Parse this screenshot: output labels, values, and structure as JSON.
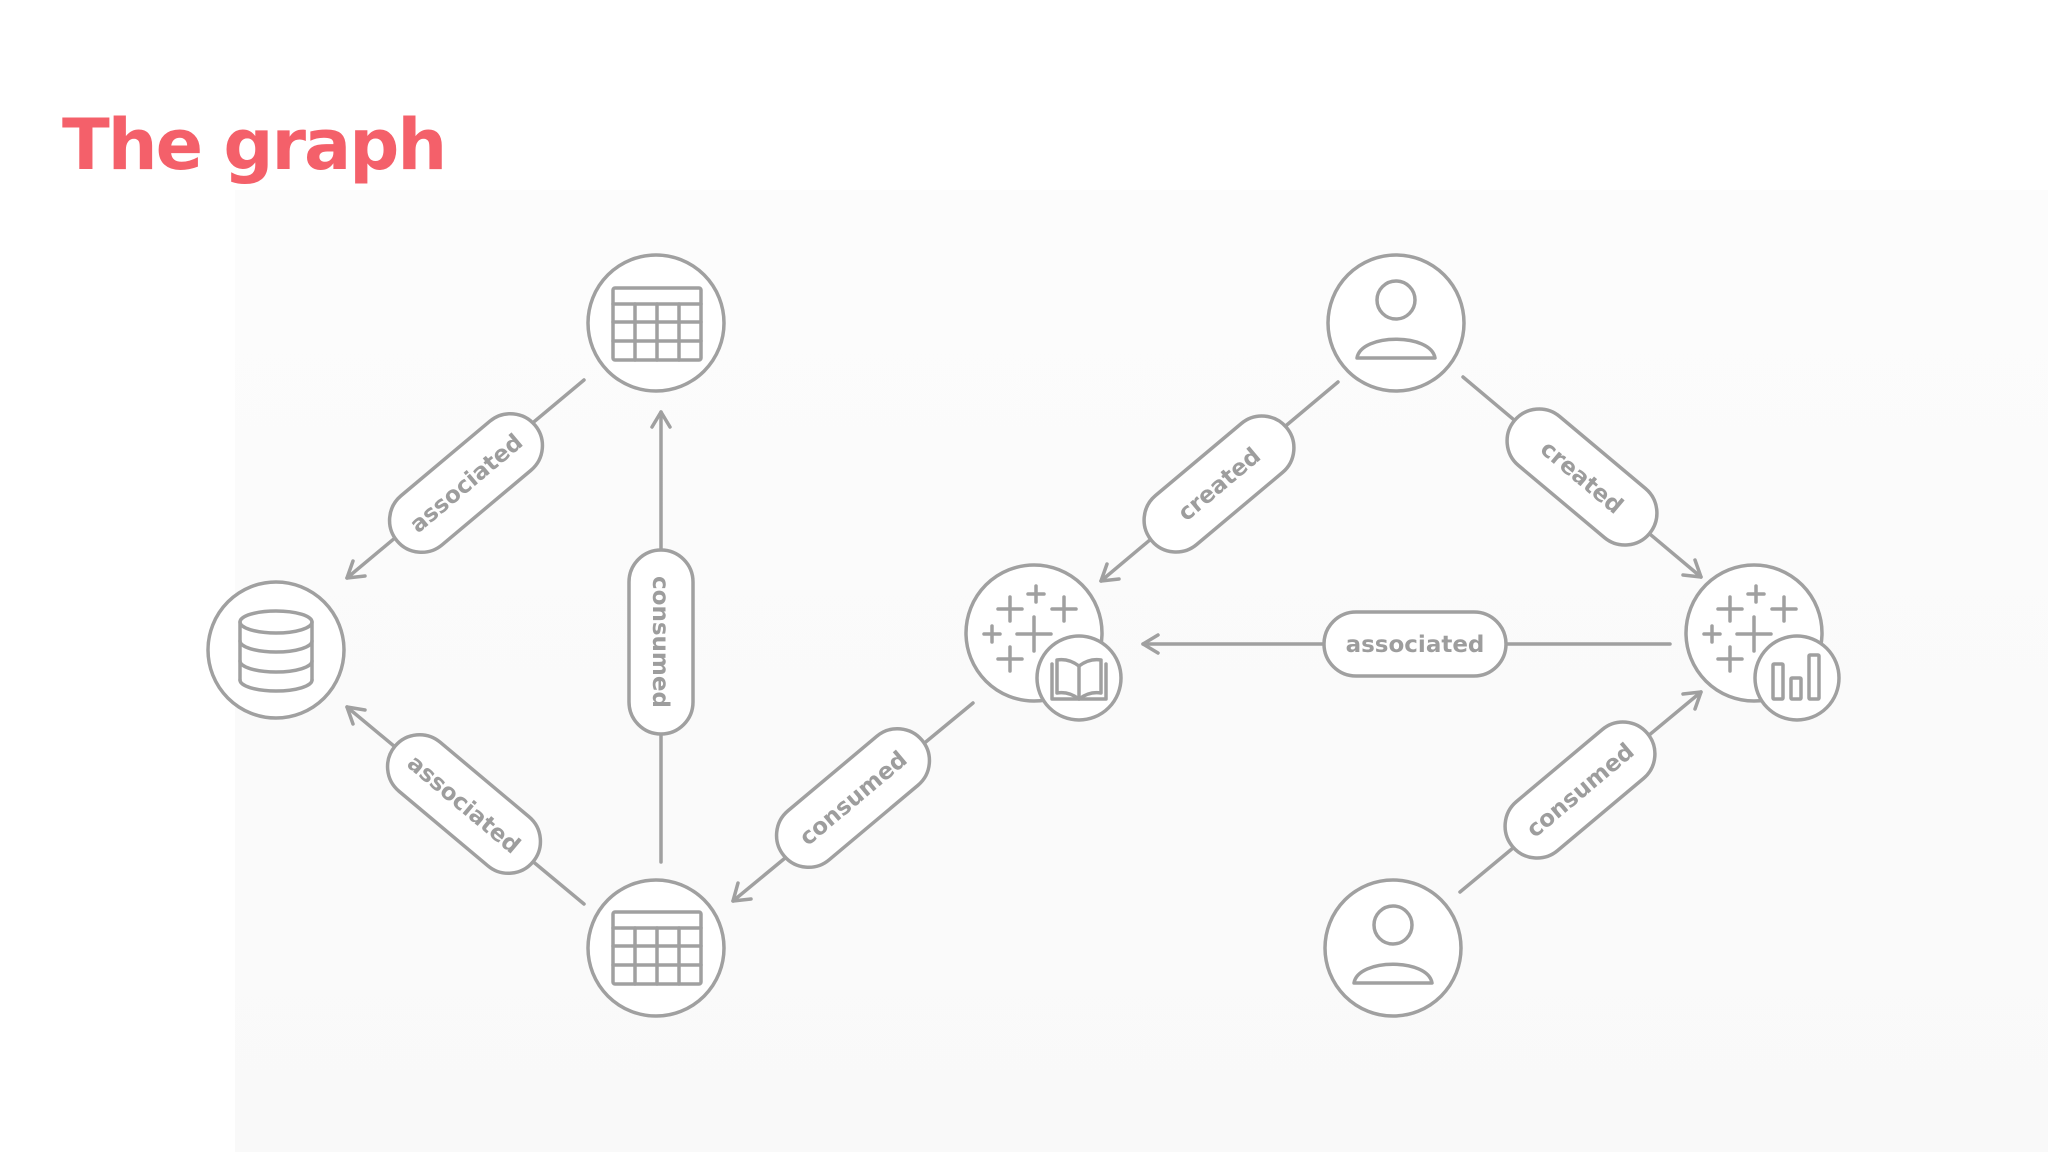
{
  "slide": {
    "title": "The graph"
  },
  "colors": {
    "title": "#f4606a",
    "stroke": "#a0a0a0",
    "label_text": "#9d9d9d",
    "node_fill": "#ffffff"
  },
  "diagram": {
    "nodes": [
      {
        "id": "table-top",
        "icon": "table-icon"
      },
      {
        "id": "database",
        "icon": "database-icon"
      },
      {
        "id": "table-bottom",
        "icon": "table-icon"
      },
      {
        "id": "workbook",
        "icon": "tableau-workbook-icon"
      },
      {
        "id": "user-top",
        "icon": "user-icon"
      },
      {
        "id": "dashboard",
        "icon": "tableau-dashboard-icon"
      },
      {
        "id": "user-bottom",
        "icon": "user-icon"
      }
    ],
    "edges": [
      {
        "from": "table-top",
        "to": "database",
        "label": "associated"
      },
      {
        "from": "table-bottom",
        "to": "database",
        "label": "associated"
      },
      {
        "from": "table-bottom",
        "to": "table-top",
        "label": "consumed"
      },
      {
        "from": "workbook",
        "to": "table-bottom",
        "label": "consumed"
      },
      {
        "from": "user-top",
        "to": "workbook",
        "label": "created"
      },
      {
        "from": "user-top",
        "to": "dashboard",
        "label": "created"
      },
      {
        "from": "dashboard",
        "to": "workbook",
        "label": "associated"
      },
      {
        "from": "user-bottom",
        "to": "dashboard",
        "label": "consumed"
      }
    ]
  }
}
